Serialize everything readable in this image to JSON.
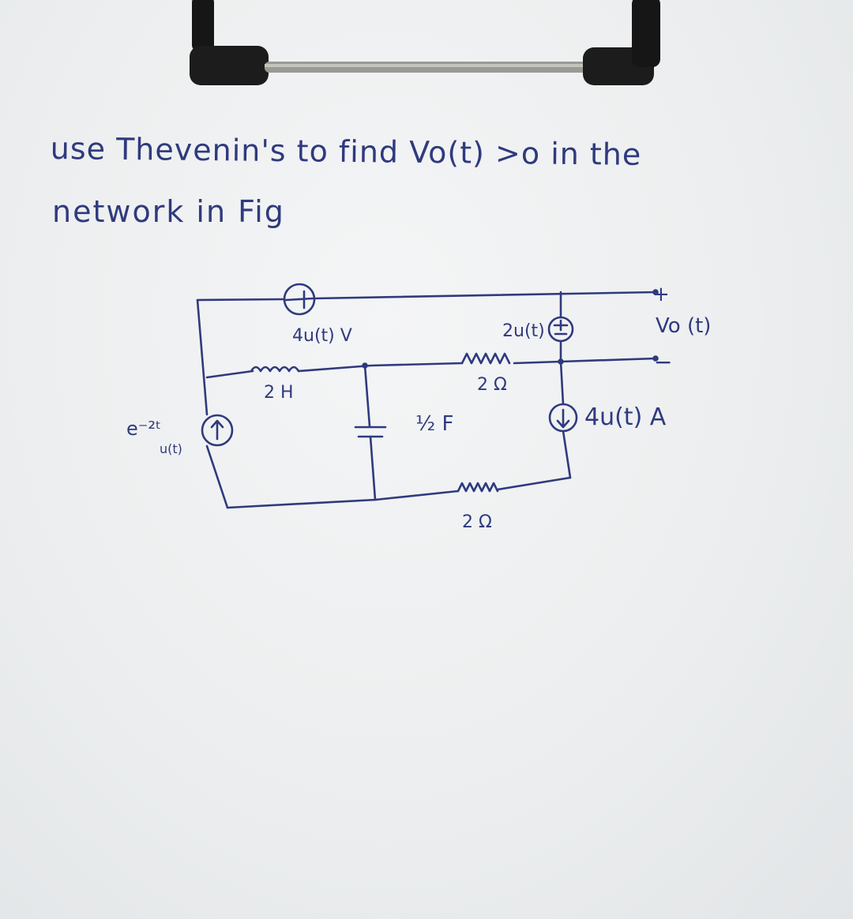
{
  "problem": {
    "line1": "use Thevenin's to find Vo(t) >o in the",
    "line2": "network in Fig"
  },
  "circuit": {
    "top_source_label": "4u(t) V",
    "dep_source_label": "2u(t)",
    "output_plus": "+",
    "output_label": "Vo (t)",
    "output_minus": "−",
    "inductor_label": "2 H",
    "resistor_top_label": "2 Ω",
    "capacitor_label": "½ F",
    "current_source_left_label_1": "e⁻²ᵗ",
    "current_source_left_label_2": "u(t)",
    "current_source_right_label": "4u(t) A",
    "resistor_bottom_label": "2 Ω"
  },
  "colors": {
    "ink": "#2f3a7e",
    "clip_handle": "#1a1a1a",
    "clip_bar": "#8c8c87"
  }
}
